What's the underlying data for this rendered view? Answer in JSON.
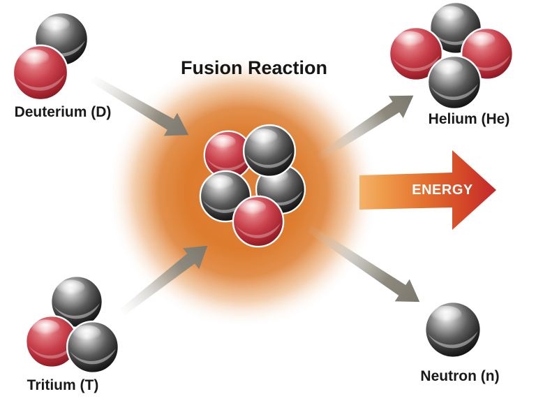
{
  "title": "Fusion Reaction",
  "reactants": [
    {
      "id": "deuterium",
      "label": "Deuterium (D)",
      "protons": 1,
      "neutrons": 1
    },
    {
      "id": "tritium",
      "label": "Tritium (T)",
      "protons": 1,
      "neutrons": 2
    }
  ],
  "core": {
    "description": "fusing nucleus in plasma glow",
    "protons": 2,
    "neutrons": 3
  },
  "products": [
    {
      "id": "helium",
      "label": "Helium (He)",
      "protons": 2,
      "neutrons": 2
    },
    {
      "id": "neutron",
      "label": "Neutron (n)",
      "protons": 0,
      "neutrons": 1
    }
  ],
  "energy": {
    "label": "ENERGY"
  },
  "colors": {
    "background": "#ffffff",
    "label_text": "#191919",
    "proton_red": "#c73f4a",
    "neutron_sphere_gray": "#3a3a3a",
    "plasma_glow_orange": "#dd7c2e",
    "motion_arrow_gray": "#847f73",
    "energy_arrow_start": "#f2a455",
    "energy_arrow_end": "#c1272d",
    "energy_text": "#ffffff"
  }
}
